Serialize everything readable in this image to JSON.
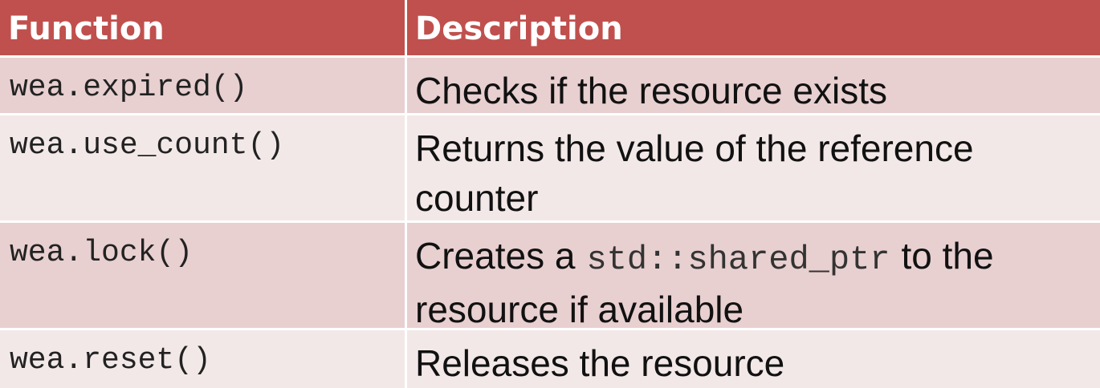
{
  "table": {
    "headers": {
      "function": "Function",
      "description": "Description"
    },
    "rows": [
      {
        "function": "wea.expired()",
        "description": "Checks if the resource exists"
      },
      {
        "function": "wea.use_count()",
        "description": "Returns the value of the reference counter"
      },
      {
        "function": "wea.lock()",
        "description_before": "Creates a",
        "description_code": "std::shared_ptr",
        "description_after": "to the resource if available"
      },
      {
        "function": "wea.reset()",
        "description": "Releases the resource"
      }
    ]
  },
  "colors": {
    "header_bg": "#c0504d",
    "row_dark": "#e8cfd0",
    "row_light": "#f3e8e8"
  }
}
